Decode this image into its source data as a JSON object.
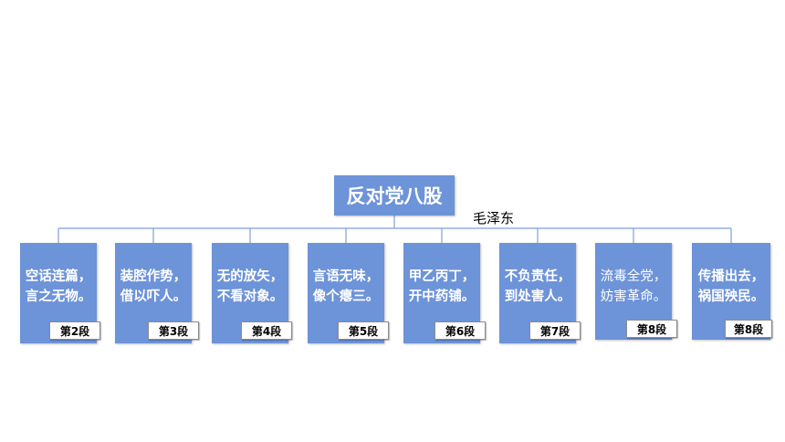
{
  "title": "反对党八股",
  "author": "毛泽东",
  "colors": {
    "box": "#6d93d8",
    "line": "#7f9fd6"
  },
  "children": [
    {
      "text": "空话连篇，\n言之无物。",
      "tag": "第2段"
    },
    {
      "text": "装腔作势，\n借以吓人。",
      "tag": "第3段"
    },
    {
      "text": "无的放矢，\n不看对象。",
      "tag": "第4段"
    },
    {
      "text": "言语无味，\n像个瘪三。",
      "tag": "第5段"
    },
    {
      "text": "甲乙丙丁，\n开中药铺。",
      "tag": "第6段"
    },
    {
      "text": "不负责任，\n到处害人。",
      "tag": "第7段"
    },
    {
      "text": "流毒全党，\n妨害革命。",
      "tag": "第8段"
    },
    {
      "text": "传播出去，\n祸国殃民。",
      "tag": "第8段"
    }
  ]
}
